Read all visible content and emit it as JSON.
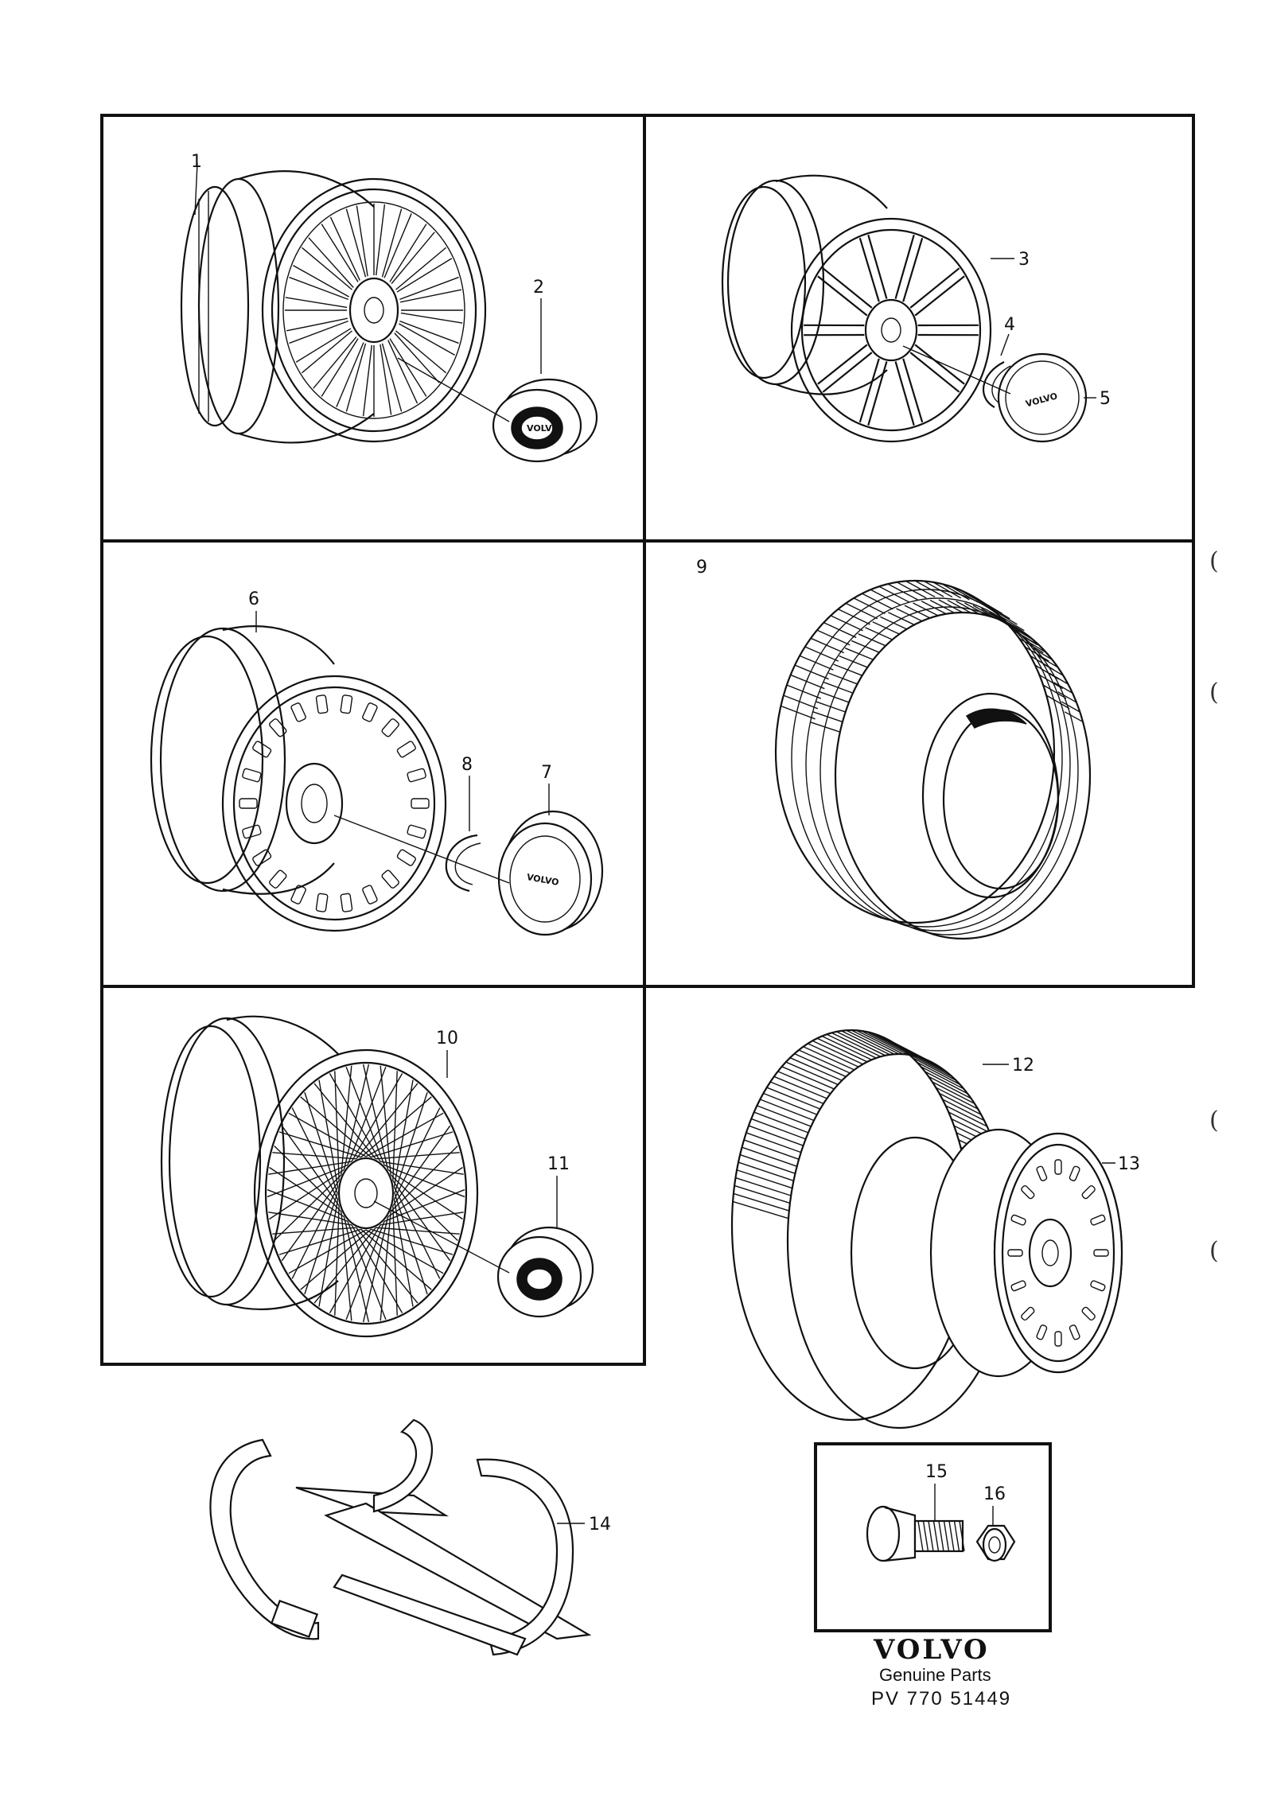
{
  "callouts": {
    "c1": "1",
    "c2": "2",
    "c3": "3",
    "c4": "4",
    "c5": "5",
    "c6": "6",
    "c7": "7",
    "c8": "8",
    "c9": "9",
    "c10": "10",
    "c11": "11",
    "c12": "12",
    "c13": "13",
    "c14": "14",
    "c15": "15",
    "c16": "16"
  },
  "cap_logo": "VOLVO",
  "footer": {
    "brand": "VOLVO",
    "genuine": "Genuine Parts",
    "part_number": "PV 770 51449"
  },
  "margin_marks": [
    "(",
    "(",
    "(",
    "("
  ]
}
